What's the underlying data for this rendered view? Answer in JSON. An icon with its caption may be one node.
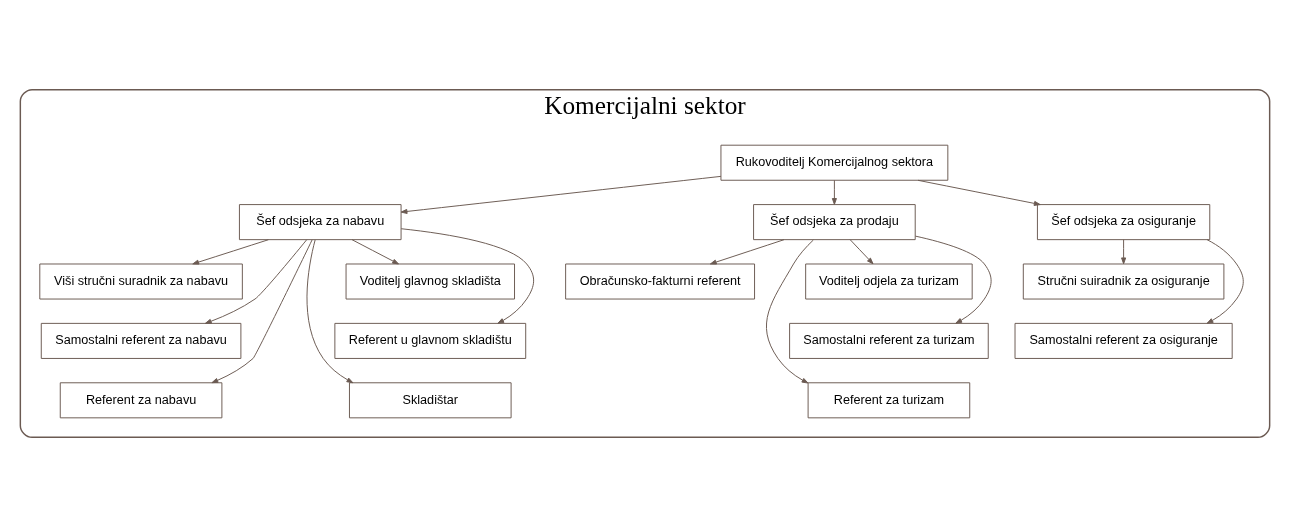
{
  "diagram": {
    "nodes": [
      {
        "text": [
          "Komercijalni sektor"
        ]
      },
      {
        "text": [
          "Rukovoditelj Komercijalnog sektora"
        ],
        "in": 0
      },
      {
        "text": [
          "Šef odsjeka za nabavu"
        ],
        "in": 0
      },
      {
        "text": [
          "Šef odsjeka za prodaju"
        ],
        "in": 0
      },
      {
        "text": [
          "Šef odsjeka za osiguranje"
        ],
        "in": 0
      },
      {
        "text": [
          "Viši stručni suradnik za nabavu"
        ],
        "in": 0
      },
      {
        "text": [
          "Voditelj glavnog skladišta"
        ],
        "in": 0
      },
      {
        "text": [
          "Obračunsko-fakturni referent"
        ],
        "in": 0
      },
      {
        "text": [
          "Voditelj odjela za turizam"
        ],
        "in": 0
      },
      {
        "text": [
          "Stručni suiradnik za osiguranje"
        ],
        "in": 0
      },
      {
        "text": [
          "Samostalni referent za nabavu"
        ],
        "in": 0
      },
      {
        "text": [
          "Referent u glavnom skladištu"
        ],
        "in": 0
      },
      {
        "text": [
          "Samostalni referent za turizam"
        ],
        "in": 0
      },
      {
        "text": [
          "Samostalni referent za osiguranje"
        ],
        "in": 0
      },
      {
        "text": [
          "Referent za nabavu"
        ],
        "in": 0
      },
      {
        "text": [
          "Skladištar"
        ],
        "in": 0
      },
      {
        "text": [
          "Referent za turizam"
        ],
        "in": 0
      }
    ],
    "edges": [
      {
        "from": 1,
        "to": 2,
        "arrow": "to"
      },
      {
        "from": 1,
        "to": 3,
        "arrow": "to"
      },
      {
        "from": 1,
        "to": 4,
        "arrow": "to"
      },
      {
        "from": 2,
        "to": 5,
        "arrow": "to"
      },
      {
        "from": 2,
        "to": 10,
        "arrow": "to"
      },
      {
        "from": 2,
        "to": 14,
        "arrow": "to"
      },
      {
        "from": 2,
        "to": 6,
        "arrow": "to"
      },
      {
        "from": 2,
        "to": 11,
        "arrow": "to"
      },
      {
        "from": 2,
        "to": 15,
        "arrow": "to"
      },
      {
        "from": 3,
        "to": 7,
        "arrow": "to"
      },
      {
        "from": 3,
        "to": 8,
        "arrow": "to"
      },
      {
        "from": 3,
        "to": 12,
        "arrow": "to"
      },
      {
        "from": 3,
        "to": 16,
        "arrow": "to"
      },
      {
        "from": 4,
        "to": 9,
        "arrow": "to"
      },
      {
        "from": 4,
        "to": 13,
        "arrow": "to"
      }
    ]
  }
}
